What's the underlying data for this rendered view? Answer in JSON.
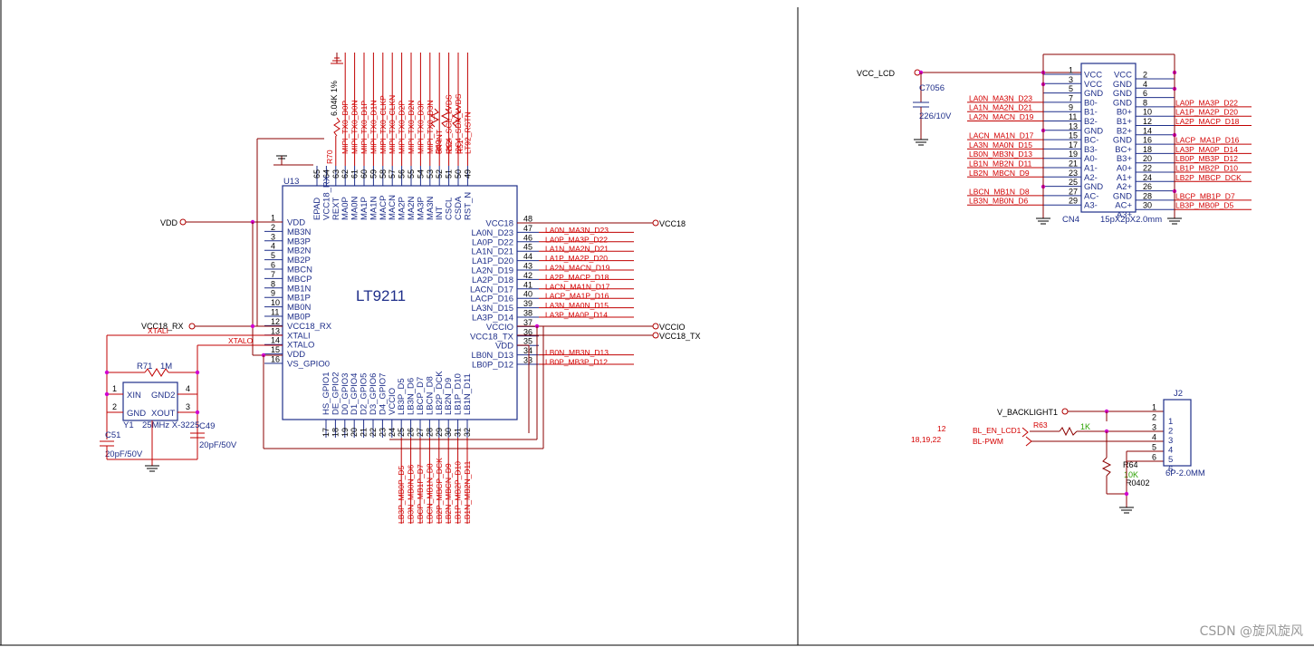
{
  "u13": {
    "ref": "U13",
    "name": "LT9211",
    "left_pins": [
      {
        "num": "1",
        "name": "VDD"
      },
      {
        "num": "2",
        "name": "MB3N"
      },
      {
        "num": "3",
        "name": "MB3P"
      },
      {
        "num": "4",
        "name": "MB2N"
      },
      {
        "num": "5",
        "name": "MB2P"
      },
      {
        "num": "6",
        "name": "MBCN"
      },
      {
        "num": "7",
        "name": "MBCP"
      },
      {
        "num": "8",
        "name": "MB1N"
      },
      {
        "num": "9",
        "name": "MB1P"
      },
      {
        "num": "10",
        "name": "MB0N"
      },
      {
        "num": "11",
        "name": "MB0P"
      },
      {
        "num": "12",
        "name": "VCC18_RX"
      },
      {
        "num": "13",
        "name": "XTALI"
      },
      {
        "num": "14",
        "name": "XTALO"
      },
      {
        "num": "15",
        "name": "VDD"
      },
      {
        "num": "16",
        "name": "VS_GPIO0"
      }
    ],
    "right_pins": [
      {
        "num": "48",
        "name": "VCC18",
        "net": ""
      },
      {
        "num": "47",
        "name": "LA0N_D23",
        "net": "LA0N_MA3N_D23"
      },
      {
        "num": "46",
        "name": "LA0P_D22",
        "net": "LA0P_MA3P_D22"
      },
      {
        "num": "45",
        "name": "LA1N_D21",
        "net": "LA1N_MA2N_D21"
      },
      {
        "num": "44",
        "name": "LA1P_D20",
        "net": "LA1P_MA2P_D20"
      },
      {
        "num": "43",
        "name": "LA2N_D19",
        "net": "LA2N_MACN_D19"
      },
      {
        "num": "42",
        "name": "LA2P_D18",
        "net": "LA2P_MACP_D18"
      },
      {
        "num": "41",
        "name": "LACN_D17",
        "net": "LACN_MA1N_D17"
      },
      {
        "num": "40",
        "name": "LACP_D16",
        "net": "LACP_MA1P_D16"
      },
      {
        "num": "39",
        "name": "LA3N_D15",
        "net": "LA3N_MA0N_D15"
      },
      {
        "num": "38",
        "name": "LA3P_D14",
        "net": "LA3P_MA0P_D14"
      },
      {
        "num": "37",
        "name": "VCCIO",
        "net": ""
      },
      {
        "num": "36",
        "name": "VCC18_TX",
        "net": ""
      },
      {
        "num": "35",
        "name": "VDD",
        "net": ""
      },
      {
        "num": "34",
        "name": "LB0N_D13",
        "net": "LB0N_MB3N_D13"
      },
      {
        "num": "33",
        "name": "LB0P_D12",
        "net": "LB0P_MB3P_D12"
      }
    ],
    "top_pins": [
      {
        "num": "65",
        "name": "EPAD",
        "net": ""
      },
      {
        "num": "64",
        "name": "VCC18_RX",
        "net": ""
      },
      {
        "num": "63",
        "name": "REXT",
        "net": "R70"
      },
      {
        "num": "62",
        "name": "MA0P",
        "net": "MIPI_TX0_D0P"
      },
      {
        "num": "61",
        "name": "MA0N",
        "net": "MIPI_TX0_D0N"
      },
      {
        "num": "60",
        "name": "MA1P",
        "net": "MIPI_TX0_D1P"
      },
      {
        "num": "59",
        "name": "MA1N",
        "net": "MIPI_TX0_D1N"
      },
      {
        "num": "58",
        "name": "MACP",
        "net": "MIPI_TX0_CLKP"
      },
      {
        "num": "57",
        "name": "MACN",
        "net": "MIPI_TX0_CLKN"
      },
      {
        "num": "56",
        "name": "MA2P",
        "net": "MIPI_TX0_D2P"
      },
      {
        "num": "55",
        "name": "MA2N",
        "net": "MIPI_TX0_D2N"
      },
      {
        "num": "54",
        "name": "MA3P",
        "net": "MIPI_TX0_D3P"
      },
      {
        "num": "53",
        "name": "MA3N",
        "net": "MIPI_TX0_D3N"
      },
      {
        "num": "52",
        "name": "INT",
        "net": "0R   INT"
      },
      {
        "num": "51",
        "name": "CSCL",
        "net": "I2C4_SCL_LVDS"
      },
      {
        "num": "50",
        "name": "CSDA",
        "net": "I2C4_SDA_LVDS"
      },
      {
        "num": "49",
        "name": "RST_N",
        "net": "LT92_RSTN"
      }
    ],
    "bottom_pins": [
      {
        "num": "17",
        "name": "HS_GPIO1",
        "net": ""
      },
      {
        "num": "18",
        "name": "DE_GPIO2",
        "net": ""
      },
      {
        "num": "19",
        "name": "D0_GPIO3",
        "net": ""
      },
      {
        "num": "20",
        "name": "D1_GPIO4",
        "net": ""
      },
      {
        "num": "21",
        "name": "D2_GPIO5",
        "net": ""
      },
      {
        "num": "22",
        "name": "D3_GPIO6",
        "net": ""
      },
      {
        "num": "23",
        "name": "D4_GPIO7",
        "net": ""
      },
      {
        "num": "24",
        "name": "VCCIO",
        "net": ""
      },
      {
        "num": "25",
        "name": "LB3P_D5",
        "net": "LB3P_MB0P_D5"
      },
      {
        "num": "26",
        "name": "LB3N_D6",
        "net": "LB3N_MB0N_D6"
      },
      {
        "num": "27",
        "name": "LBCP_D7",
        "net": "LBCP_MB1P_D7"
      },
      {
        "num": "28",
        "name": "LBCN_D8",
        "net": "LBCN_MB1N_D8"
      },
      {
        "num": "29",
        "name": "LB2P_DCK",
        "net": "LB2P_MBCP_DCK"
      },
      {
        "num": "30",
        "name": "LB2N_D9",
        "net": "LB2N_MBCN_D9"
      },
      {
        "num": "31",
        "name": "LB1P_D10",
        "net": "LB1P_MB2P_D10"
      },
      {
        "num": "32",
        "name": "LB1N_D11",
        "net": "LB1N_MB2N_D11"
      }
    ],
    "r70_value": "6.04K 1%",
    "res_labels": [
      "R69",
      "R52",
      "R51"
    ]
  },
  "nets": {
    "vdd": "VDD",
    "vcc18_rx": "VCC18_RX",
    "vcc18": "VCC18",
    "vccio": "VCCIO",
    "vcc18_tx": "VCC18_TX",
    "xtali": "XTALI",
    "xtalo": "XTALO"
  },
  "crystal": {
    "r71": "R71",
    "r71_value": "1M",
    "pin_xin": "XIN",
    "pin_gnd2": "GND2",
    "pin_gnd": "GND",
    "pin_xout": "XOUT",
    "ref": "Y1",
    "desc": "25MHz X-3225",
    "c51": "C51",
    "c51_value": "20pF/50V",
    "c49": "C49",
    "c49_value": "20pF/50V",
    "pins": [
      "1",
      "2",
      "3",
      "4"
    ]
  },
  "cn4": {
    "ref": "CN4",
    "desc": "15pX2pX2.0mm",
    "power_net": "VCC_LCD",
    "cap_ref": "C7056",
    "cap_value": "226/10V",
    "rows": [
      {
        "ln": "1",
        "lname": "VCC",
        "lnet": "",
        "rname": "VCC",
        "rn": "2",
        "rnet": ""
      },
      {
        "ln": "3",
        "lname": "VCC",
        "lnet": "",
        "rname": "GND",
        "rn": "4",
        "rnet": ""
      },
      {
        "ln": "5",
        "lname": "GND",
        "lnet": "",
        "rname": "GND",
        "rn": "6",
        "rnet": ""
      },
      {
        "ln": "7",
        "lname": "B0-",
        "lnet": "LA0N_MA3N_D23",
        "rname": "GND",
        "rn": "8",
        "rnet": "LA0P_MA3P_D22"
      },
      {
        "ln": "9",
        "lname": "B1-",
        "lnet": "LA1N_MA2N_D21",
        "rname": "B0+",
        "rn": "10",
        "rnet": "LA1P_MA2P_D20"
      },
      {
        "ln": "11",
        "lname": "B2-",
        "lnet": "LA2N_MACN_D19",
        "rname": "B1+",
        "rn": "12",
        "rnet": "LA2P_MACP_D18"
      },
      {
        "ln": "13",
        "lname": "GND",
        "lnet": "",
        "rname": "B2+",
        "rn": "14",
        "rnet": ""
      },
      {
        "ln": "15",
        "lname": "BC-",
        "lnet": "LACN_MA1N_D17",
        "rname": "GND",
        "rn": "16",
        "rnet": "LACP_MA1P_D16"
      },
      {
        "ln": "17",
        "lname": "B3-",
        "lnet": "LA3N_MA0N_D15",
        "rname": "BC+",
        "rn": "18",
        "rnet": "LA3P_MA0P_D14"
      },
      {
        "ln": "19",
        "lname": "A0-",
        "lnet": "LB0N_MB3N_D13",
        "rname": "B3+",
        "rn": "20",
        "rnet": "LB0P_MB3P_D12"
      },
      {
        "ln": "21",
        "lname": "A1-",
        "lnet": "LB1N_MB2N_D11",
        "rname": "A0+",
        "rn": "22",
        "rnet": "LB1P_MB2P_D10"
      },
      {
        "ln": "23",
        "lname": "A2-",
        "lnet": "LB2N_MBCN_D9",
        "rname": "A1+",
        "rn": "24",
        "rnet": "LB2P_MBCP_DCK"
      },
      {
        "ln": "25",
        "lname": "GND",
        "lnet": "",
        "rname": "A2+",
        "rn": "26",
        "rnet": ""
      },
      {
        "ln": "27",
        "lname": "AC-",
        "lnet": "LBCN_MB1N_D8",
        "rname": "GND",
        "rn": "28",
        "rnet": "LBCP_MB1P_D7"
      },
      {
        "ln": "29",
        "lname": "A3-",
        "lnet": "LB3N_MB0N_D6",
        "rname": "AC+",
        "rn": "30",
        "rnet": "LB3P_MB0P_D5"
      },
      {
        "ln": "",
        "lname": "",
        "lnet": "",
        "rname": "A3+",
        "rn": "",
        "rnet": ""
      }
    ]
  },
  "j2": {
    "ref": "J2",
    "desc": "6P-2.0MM",
    "backlight_net": "V_BACKLIGHT1",
    "bl_en": "BL_EN_LCD1",
    "bl_pwm": "BL-PWM",
    "sheet_ref1": "12",
    "sheet_ref2": "18,19,22",
    "r63": "R63",
    "r63_value": "1K",
    "r64": "R64",
    "r64_value": "10K",
    "r64_pkg": "R0402",
    "pins_outer": [
      "1",
      "2",
      "3",
      "4",
      "5",
      "6"
    ],
    "pins_inner": [
      "1",
      "2",
      "3",
      "4",
      "5",
      "6"
    ]
  },
  "watermark": "CSDN @旋风旋风"
}
